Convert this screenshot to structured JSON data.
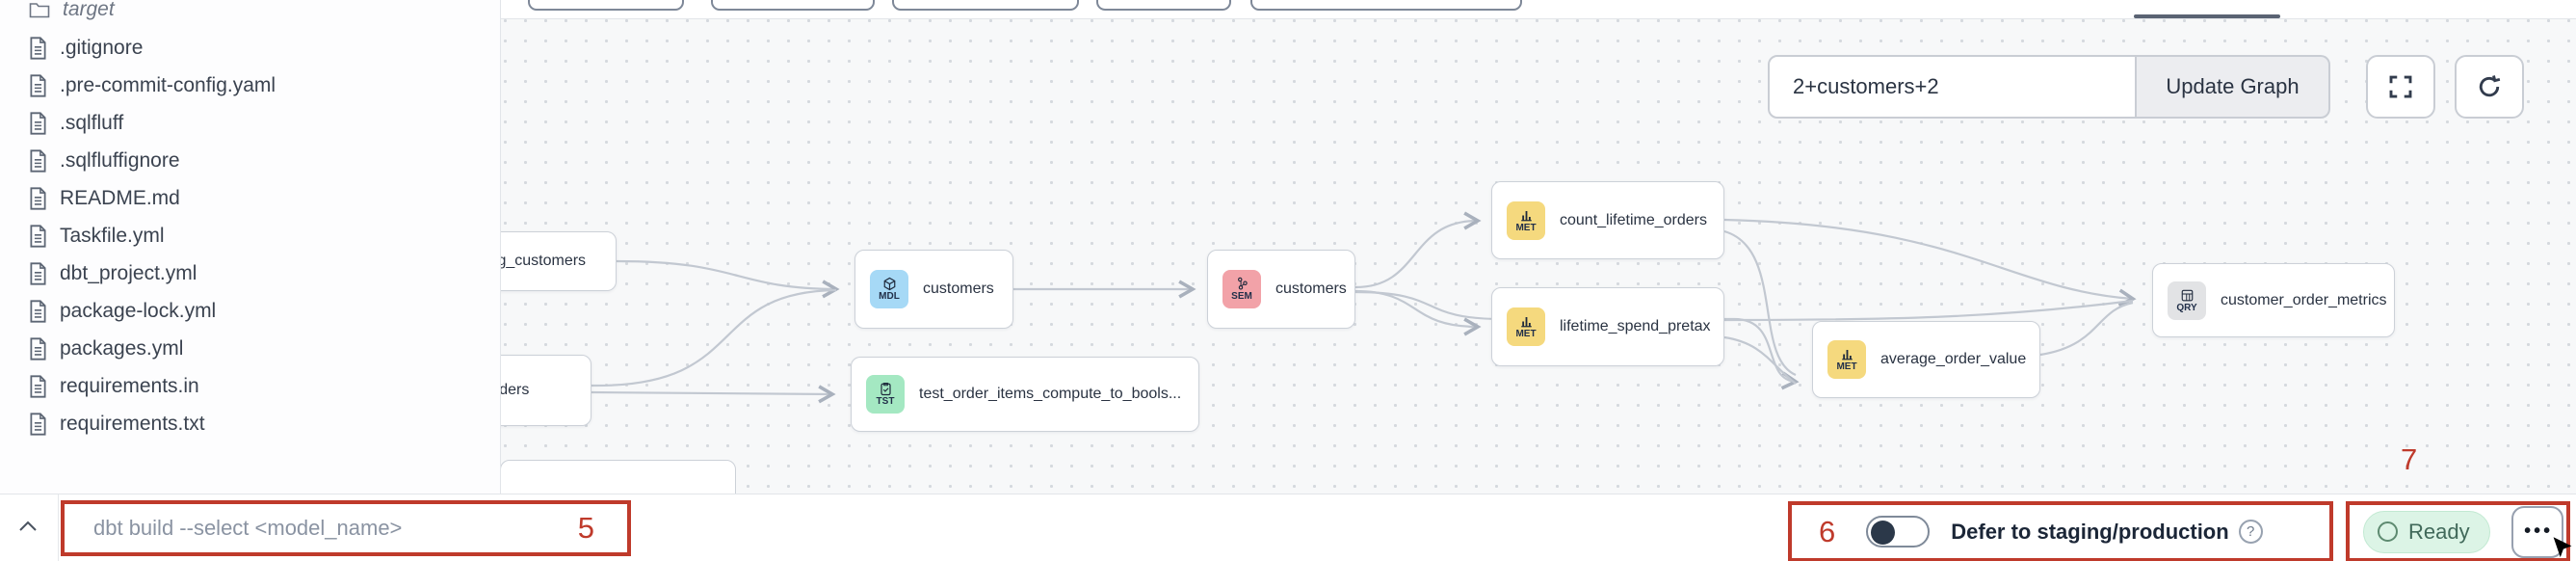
{
  "sidebar": {
    "files": [
      {
        "name": "target",
        "kind": "folder"
      },
      {
        "name": ".gitignore",
        "kind": "file"
      },
      {
        "name": ".pre-commit-config.yaml",
        "kind": "file"
      },
      {
        "name": ".sqlfluff",
        "kind": "file"
      },
      {
        "name": ".sqlfluffignore",
        "kind": "file"
      },
      {
        "name": "README.md",
        "kind": "file"
      },
      {
        "name": "Taskfile.yml",
        "kind": "file"
      },
      {
        "name": "dbt_project.yml",
        "kind": "file"
      },
      {
        "name": "package-lock.yml",
        "kind": "file"
      },
      {
        "name": "packages.yml",
        "kind": "file"
      },
      {
        "name": "requirements.in",
        "kind": "file"
      },
      {
        "name": "requirements.txt",
        "kind": "file"
      }
    ]
  },
  "graph": {
    "selector": {
      "value": "2+customers+2",
      "update_label": "Update Graph"
    },
    "nodes": [
      {
        "label": "stg_customers",
        "type": "MDL"
      },
      {
        "label": "orders",
        "type": "MDL"
      },
      {
        "label": "customers",
        "type": "MDL"
      },
      {
        "label": "test_order_items_compute_to_bools...",
        "type": "TST"
      },
      {
        "label": "customers",
        "type": "SEM"
      },
      {
        "label": "count_lifetime_orders",
        "type": "MET"
      },
      {
        "label": "lifetime_spend_pretax",
        "type": "MET"
      },
      {
        "label": "average_order_value",
        "type": "MET"
      },
      {
        "label": "customer_order_metrics",
        "type": "QRY"
      }
    ]
  },
  "bottom_bar": {
    "command_placeholder": "dbt build --select <model_name>",
    "defer_label": "Defer to staging/production",
    "help_glyph": "?",
    "status_label": "Ready",
    "more_glyph": "•••"
  },
  "annotations": {
    "five": "5",
    "six": "6",
    "seven": "7",
    "color": "#bf3a2b"
  },
  "colors": {
    "node_mdl": "#a6d9f6",
    "node_tst": "#a4e8c2",
    "node_sem": "#f2a2a8",
    "node_met": "#f5d97e",
    "node_qry": "#e2e3e5",
    "edge": "#c2c8d1",
    "canvas_bg": "#f7f8f9",
    "ready_bg": "#dcf4e6",
    "ready_text": "#41695a",
    "annotation_red": "#bf3a2b",
    "toggle_knob": "#2b3849"
  }
}
